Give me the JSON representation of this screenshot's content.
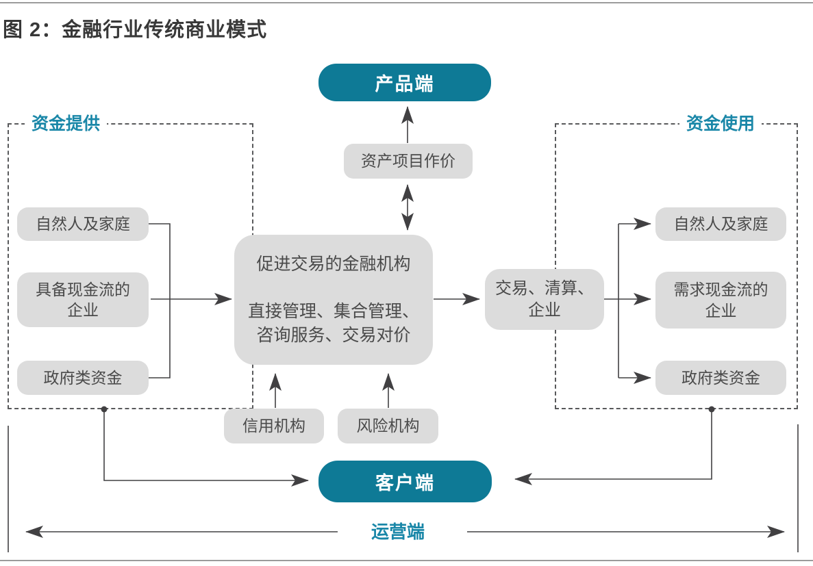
{
  "title": "图 2：金融行业传统商业模式",
  "colors": {
    "teal_fill": "#0e7a96",
    "teal_label_text": "#1a87a8",
    "gray_box_fill": "#dcdcdc",
    "gray_box_text": "#4a4a4a",
    "connector_line": "#414042",
    "rule_line": "#9b9b9b",
    "title_text": "#383838"
  },
  "nodes": {
    "product_end": "产品端",
    "asset_pricing": "资产项目作价",
    "center_institution": "促进交易的金融机构\n\n直接管理、集合管理、\n咨询服务、交易对价",
    "trade_clearing": "交易、清算、\n企业",
    "credit_agency": "信用机构",
    "risk_agency": "风险机构",
    "client_end": "客户端",
    "operation_end": "运营端"
  },
  "groups": {
    "supply": {
      "label": "资金提供",
      "items": [
        "自然人及家庭",
        "具备现金流的\n企业",
        "政府类资金"
      ]
    },
    "usage": {
      "label": "资金使用",
      "items": [
        "自然人及家庭",
        "需求现金流的\n企业",
        "政府类资金"
      ]
    }
  }
}
